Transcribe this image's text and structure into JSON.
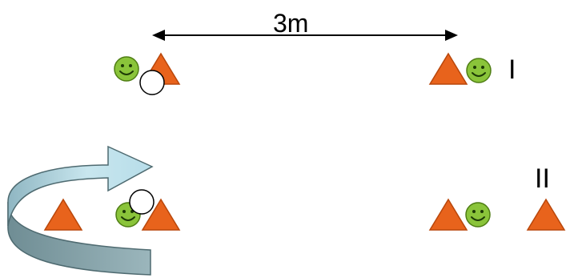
{
  "labels": {
    "distance": "3m",
    "row1": "I",
    "row2": "II"
  },
  "colors": {
    "background": "#ffffff",
    "cone": "#e8631c",
    "cone_stroke": "#b9470b",
    "smiley": "#8ac43a",
    "smiley_stroke": "#4e7d13",
    "ball": "#ffffff",
    "arrow_front": "#a9d3e0",
    "arrow_back": "#7f9aa0",
    "ink": "#000000"
  },
  "icons": [
    "cone-icon",
    "smiley-icon",
    "ball-icon",
    "curved-arrow-icon",
    "double-arrow-icon"
  ]
}
